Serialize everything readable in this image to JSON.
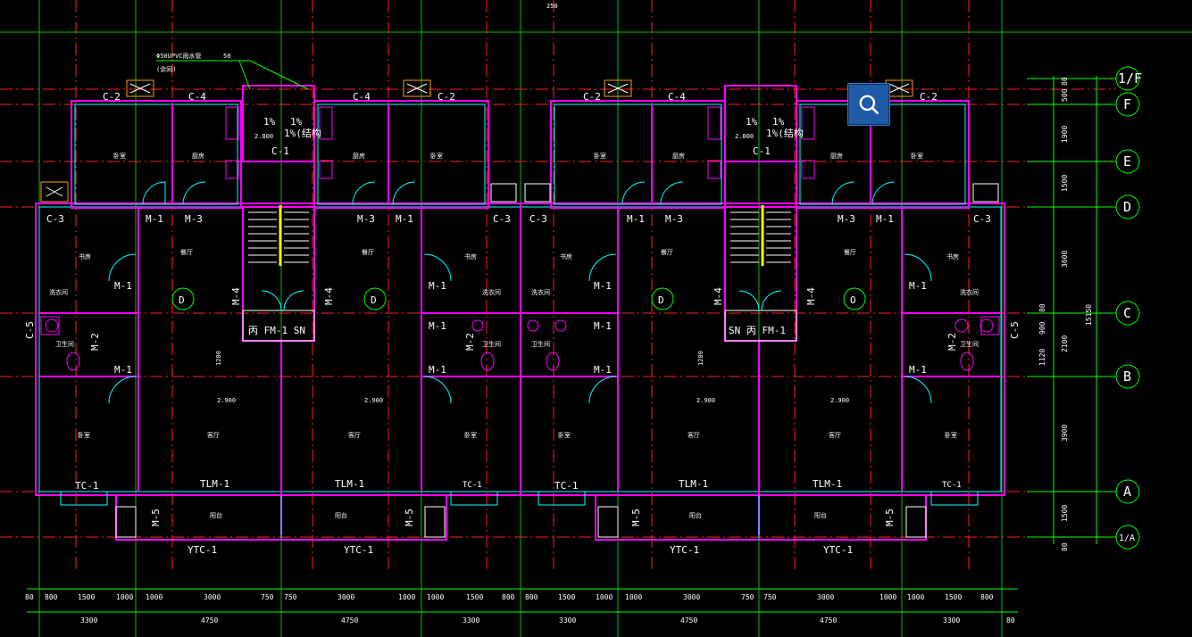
{
  "top_label": "250",
  "axes": {
    "row_labels": [
      "1/F",
      "F",
      "E",
      "D",
      "C",
      "B",
      "A",
      "1/A"
    ],
    "right_dims": [
      "80",
      "500",
      "1900",
      "1500",
      "3600",
      "80",
      "900",
      "2100",
      "1120",
      "3900",
      "1500",
      "80"
    ],
    "total_dim": "15150"
  },
  "dims": {
    "row1": [
      "80",
      "800",
      "1500",
      "1000",
      "1000",
      "3000",
      "750",
      "750",
      "3000",
      "1000",
      "1000",
      "1500",
      "800",
      "800",
      "1500",
      "1000",
      "1000",
      "3000",
      "750",
      "750",
      "3000",
      "1000",
      "1000",
      "1500",
      "800"
    ],
    "row2": [
      "3300",
      "4750",
      "4750",
      "3300",
      "3300",
      "4750",
      "4750",
      "3300"
    ],
    "tail": "80"
  },
  "notes": {
    "pipe": "Φ50UPVC雨水管",
    "pipe2": "(余同)",
    "pipe_num": "50",
    "slope": "1%",
    "slope_struct": "1%(结构",
    "elev_2800": "2.800",
    "elev_2900": "2.900",
    "h1200": "1200"
  },
  "tags": {
    "c2": "C-2",
    "c4": "C-4",
    "c1": "C-1",
    "c3": "C-3",
    "c5": "C-5",
    "m1": "M-1",
    "m2": "M-2",
    "m3": "M-3",
    "m4": "M-4",
    "m5": "M-5",
    "tc1": "TC-1",
    "tlm1": "TLM-1",
    "ytc1": "YTC-1",
    "fm1a": "丙 FM-1 SN",
    "fm1b": "SN 丙 FM-1",
    "unit_d": "D",
    "unit_o": "O"
  },
  "rooms": {
    "bedroom": "卧室",
    "kitchen": "厨房",
    "living": "客厅",
    "study": "书房",
    "bath": "卫生间",
    "wash": "洗衣间",
    "balcony": "阳台",
    "dining": "餐厅"
  },
  "toolbar": {
    "zoom_icon": "search-icon"
  },
  "colors": {
    "wall": "#ff00ff",
    "wall2": "#00ffff",
    "axis_red": "#ff2020",
    "axis_green": "#00e000",
    "stair": "#ffff00",
    "dim": "#00ff00"
  }
}
